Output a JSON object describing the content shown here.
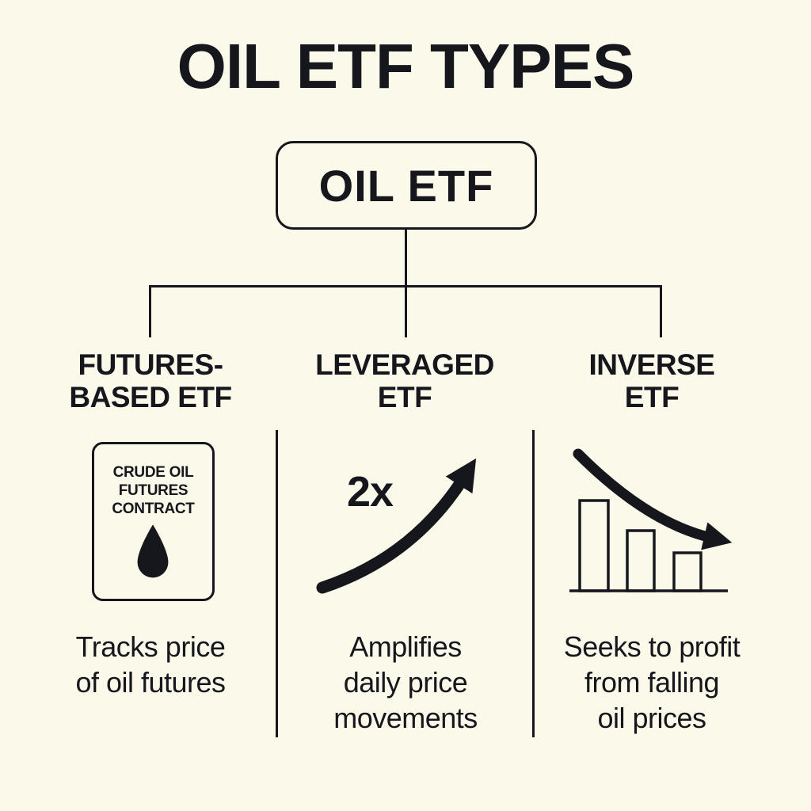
{
  "colors": {
    "background": "#fbfaea",
    "ink": "#16161d"
  },
  "title": "OIL ETF TYPES",
  "diagram": {
    "root": {
      "label": "OIL ETF"
    },
    "columns": [
      {
        "id": "futures-based-etf",
        "heading_lines": [
          "FUTURES-",
          "BASED ETF"
        ],
        "icon": "crude-oil-futures-contract-icon",
        "contract_lines": [
          "CRUDE OIL",
          "FUTURES",
          "CONTRACT"
        ],
        "description_lines": [
          "Tracks price",
          "of oil futures"
        ]
      },
      {
        "id": "leveraged-etf",
        "heading_lines": [
          "LEVERAGED",
          "ETF"
        ],
        "icon": "2x-rising-arrow-icon",
        "multiplier_label": "2x",
        "description_lines": [
          "Amplifies",
          "daily price",
          "movements"
        ]
      },
      {
        "id": "inverse-etf",
        "heading_lines": [
          "INVERSE",
          "ETF"
        ],
        "icon": "declining-bar-chart-arrow-icon",
        "description_lines": [
          "Seeks to profit",
          "from falling",
          "oil prices"
        ]
      }
    ]
  }
}
